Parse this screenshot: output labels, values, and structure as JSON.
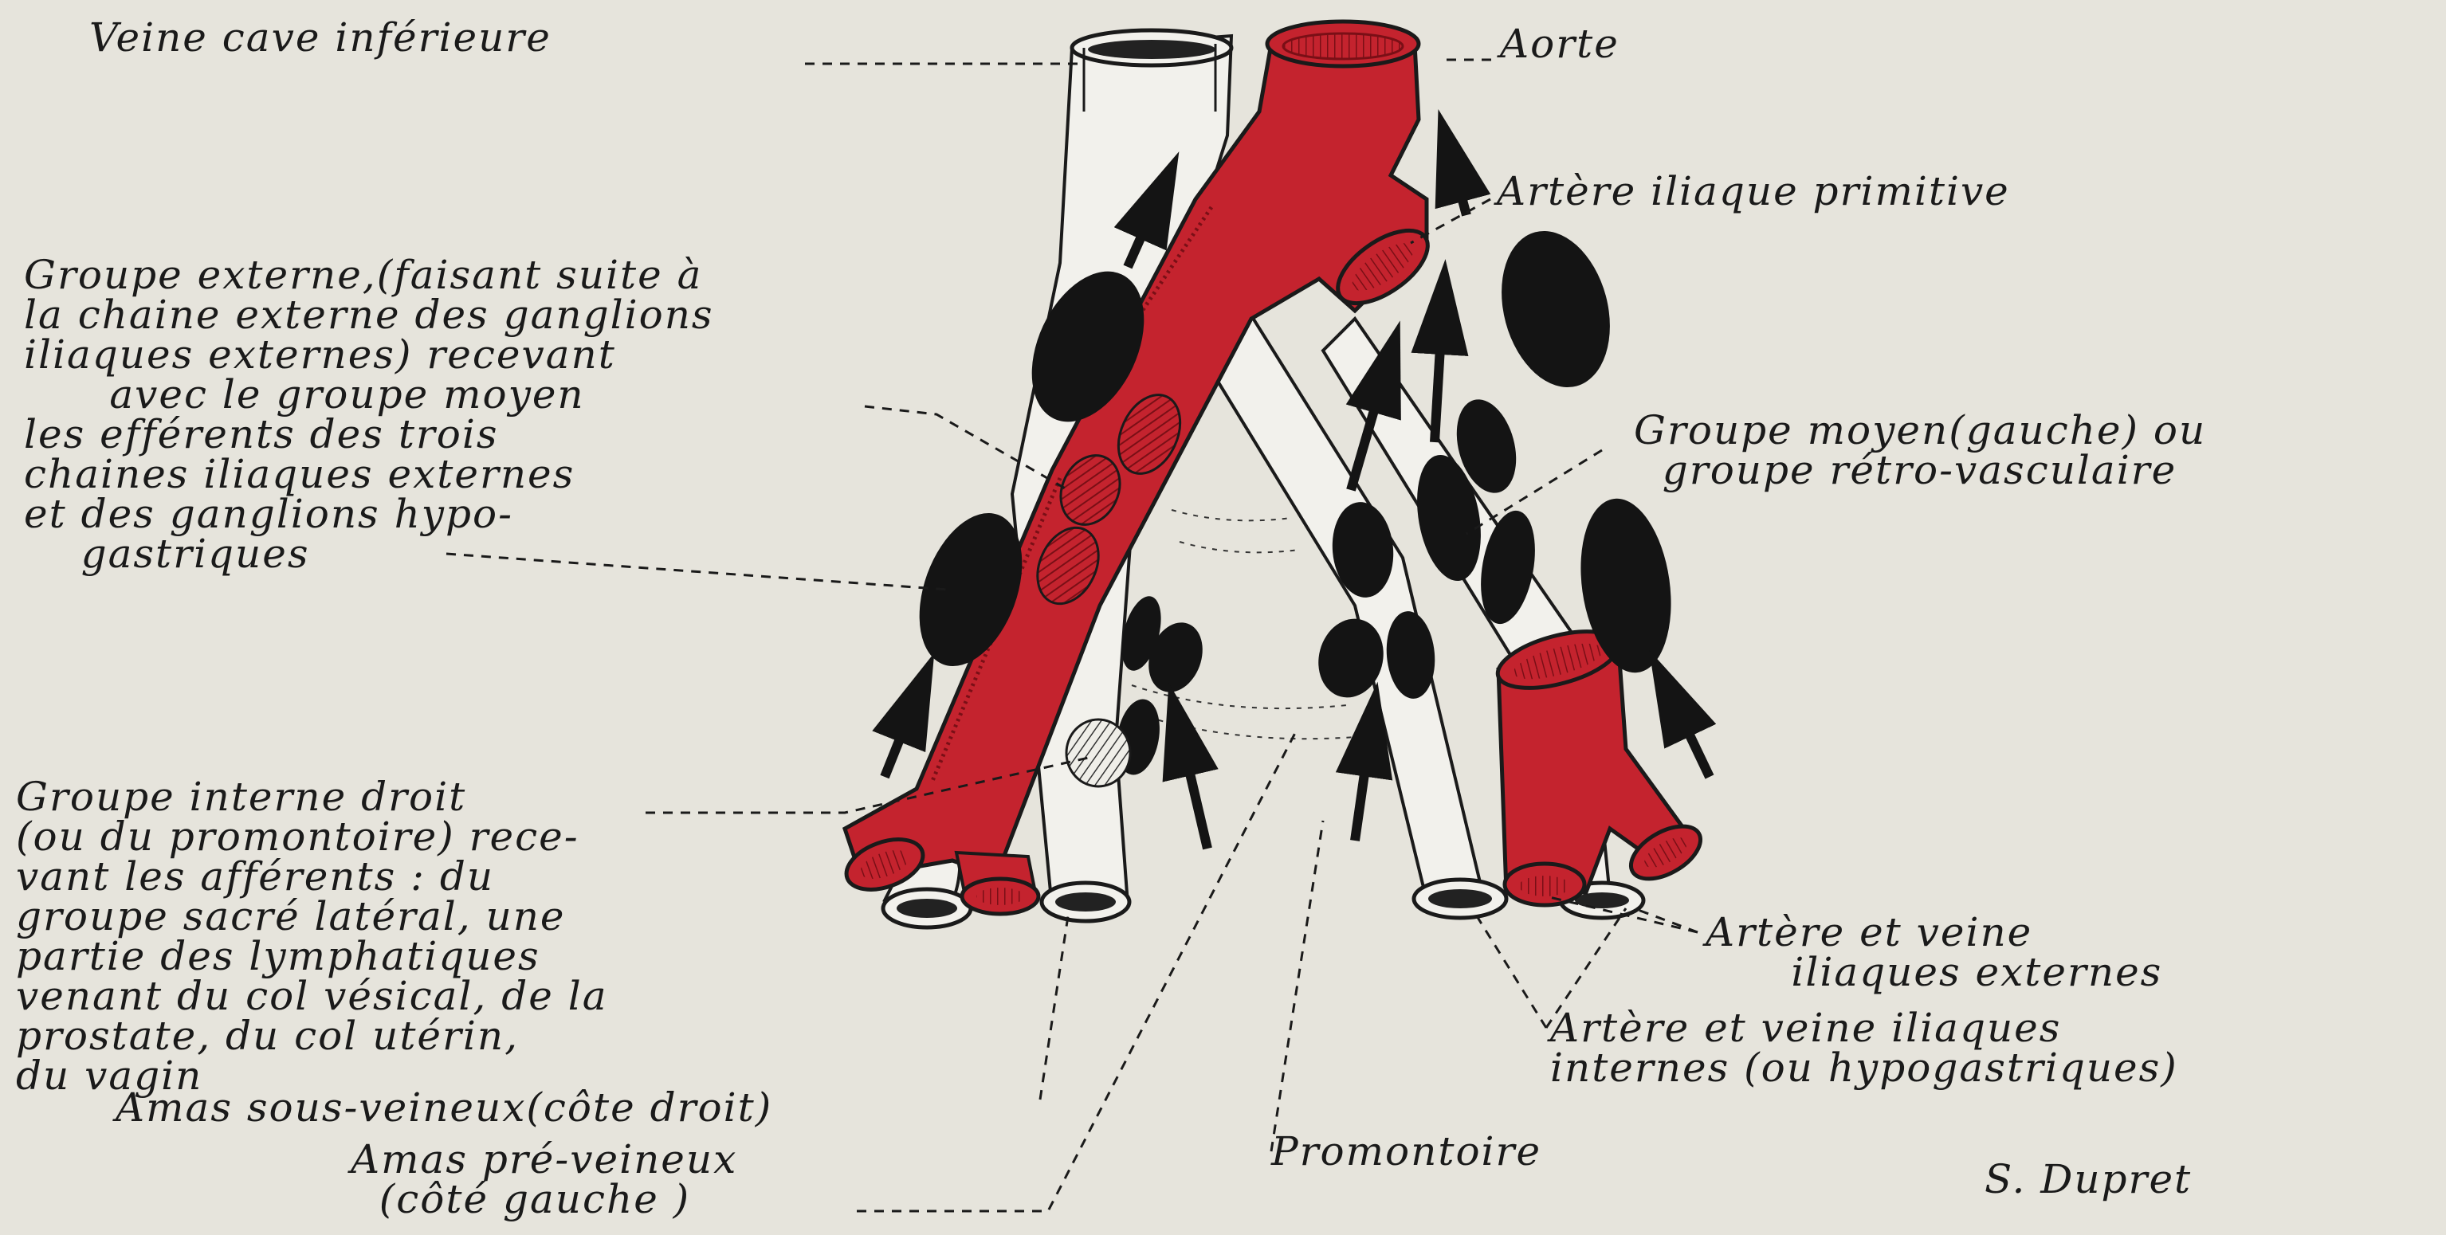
{
  "figure": {
    "palette": {
      "paper": "#e6e4dc",
      "artery_red": "#c4232e",
      "artery_dark": "#7a0f16",
      "node_black": "#141414",
      "vein_white": "#f2f1ec",
      "ink": "#1a1a1a"
    },
    "labels": {
      "veine_cave": "Veine cave inférieure",
      "aorte": "Aorte",
      "iliaque_primitive": "Artère iliaque primitive",
      "groupe_externe": "Groupe externe,(faisant suite à\nla chaine externe des ganglions\niliaques externes) recevant\n      avec le groupe moyen\nles efférents des trois\nchaines iliaques externes\net des ganglions hypo-\n    gastriques",
      "groupe_moyen": "Groupe moyen(gauche) ou\n  groupe rétro-vasculaire",
      "groupe_interne": "Groupe interne droit\n(ou du promontoire) rece-\nvant les afférents : du\ngroupe sacré latéral, une\npartie des lymphatiques\nvenant du col vésical, de la\nprostate, du col utérin,\ndu vagin",
      "amas_sous_veineux": "Amas sous-veineux(côte droit)",
      "amas_pre_veineux": "Amas pré-veineux\n  (côté gauche )",
      "promontoire": "Promontoire",
      "iliaques_externes": "Artère et veine\n      iliaques externes",
      "iliaques_internes": "Artère et veine iliaques\ninternes (ou hypogastriques)",
      "signature": "S. Dupret"
    }
  }
}
